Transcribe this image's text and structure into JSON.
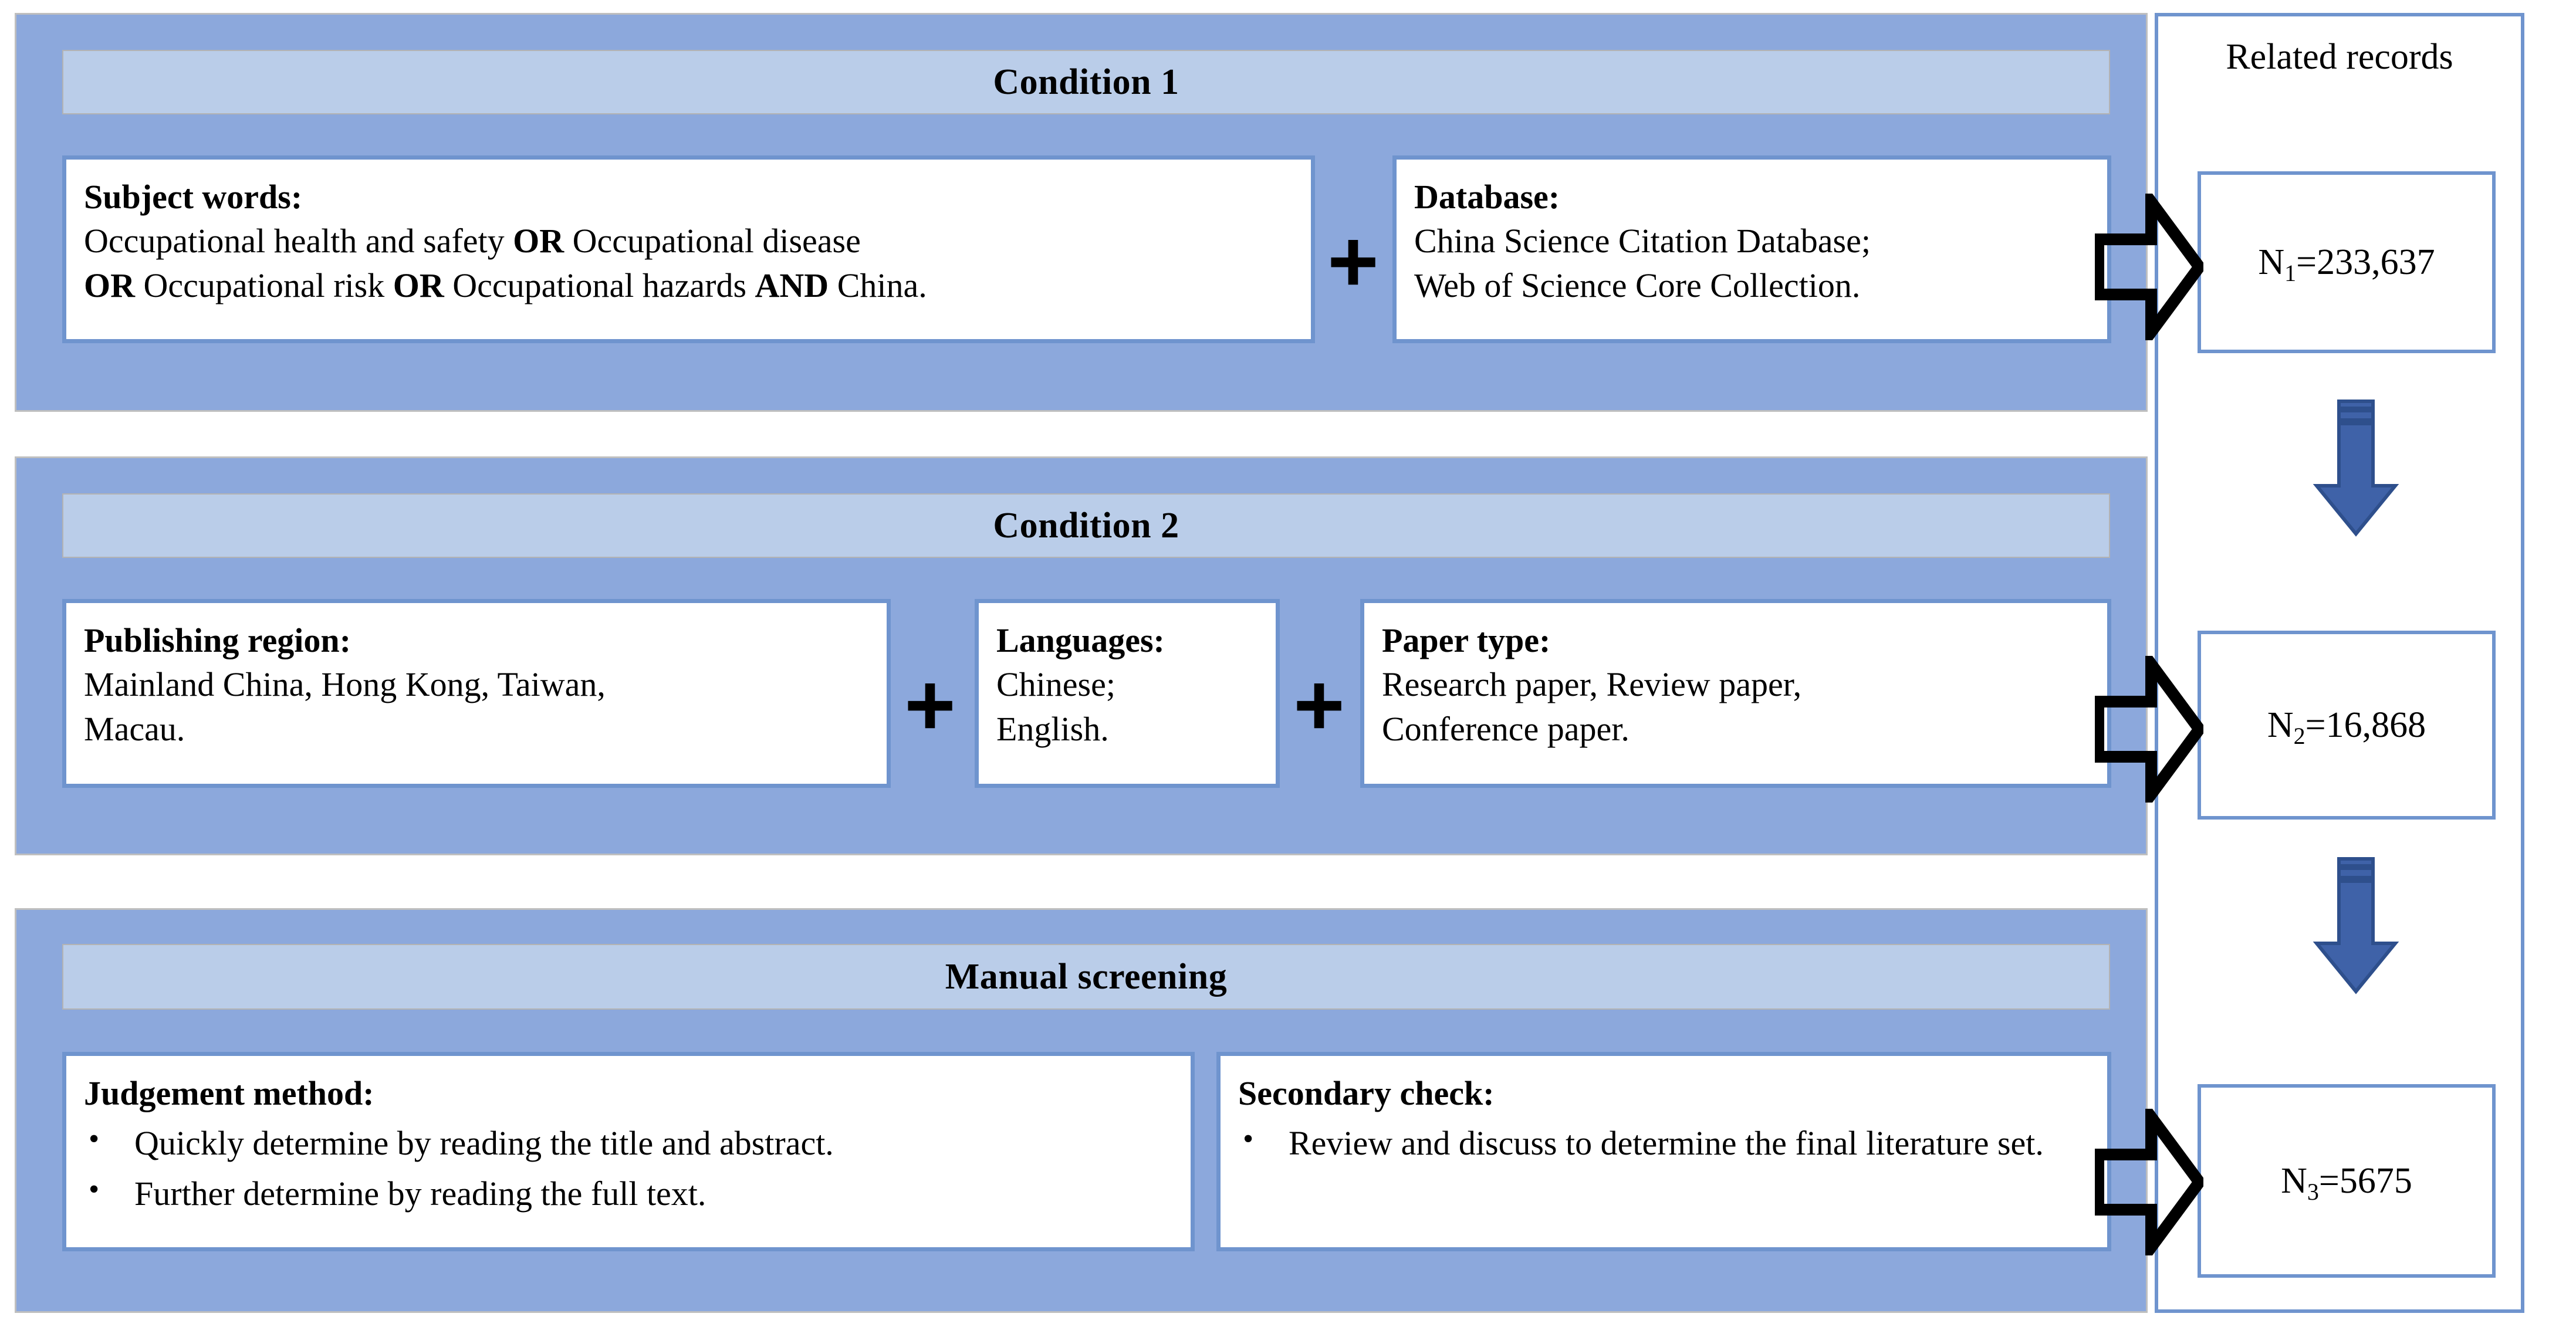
{
  "colors": {
    "panel_fill": "#8CA8DC",
    "header_fill": "#BACDE9",
    "card_border": "#6F94CE",
    "arrow_blue": "#3F62A8",
    "arrow_blue_dark": "#2E4F8C",
    "text": "#000000",
    "page_background": "#FFFFFF"
  },
  "sections": [
    {
      "id": "condition-1",
      "title": "Condition 1",
      "cards": [
        {
          "id": "subject-words",
          "heading": "Subject words",
          "heading_suffix": ":",
          "lines": [
            {
              "parts": [
                {
                  "t": "Occupational health and safety ",
                  "bold": false
                },
                {
                  "t": "OR",
                  "bold": true
                },
                {
                  "t": " Occupational disease",
                  "bold": false
                }
              ]
            },
            {
              "parts": [
                {
                  "t": "OR",
                  "bold": true
                },
                {
                  "t": " Occupational risk ",
                  "bold": false
                },
                {
                  "t": "OR",
                  "bold": true
                },
                {
                  "t": " Occupational hazards ",
                  "bold": false
                },
                {
                  "t": "AND",
                  "bold": true
                },
                {
                  "t": " China.",
                  "bold": false
                }
              ]
            }
          ]
        },
        {
          "id": "database",
          "heading": "Database",
          "heading_suffix": ":",
          "lines": [
            {
              "parts": [
                {
                  "t": "China Science Citation Database;",
                  "bold": false
                }
              ]
            },
            {
              "parts": [
                {
                  "t": "Web of Science Core Collection.",
                  "bold": false
                }
              ]
            }
          ]
        }
      ],
      "connectors": [
        "+"
      ]
    },
    {
      "id": "condition-2",
      "title": "Condition 2",
      "cards": [
        {
          "id": "publishing-region",
          "heading": "Publishing region",
          "heading_suffix": ":",
          "lines": [
            {
              "parts": [
                {
                  "t": " Mainland China, Hong Kong, Taiwan,",
                  "bold": false
                }
              ]
            },
            {
              "parts": [
                {
                  "t": "Macau.",
                  "bold": false
                }
              ]
            }
          ]
        },
        {
          "id": "languages",
          "heading": "Languages",
          "heading_suffix": ":",
          "lines": [
            {
              "parts": [
                {
                  "t": "Chinese;",
                  "bold": false
                }
              ]
            },
            {
              "parts": [
                {
                  "t": "English.",
                  "bold": false
                }
              ]
            }
          ]
        },
        {
          "id": "paper-type",
          "heading": "Paper type",
          "heading_suffix": ":",
          "lines": [
            {
              "parts": [
                {
                  "t": "Research paper, Review paper,",
                  "bold": false
                }
              ]
            },
            {
              "parts": [
                {
                  "t": "Conference paper.",
                  "bold": false
                }
              ]
            }
          ]
        }
      ],
      "connectors": [
        "+",
        "+"
      ]
    },
    {
      "id": "manual-screening",
      "title": "Manual screening",
      "cards": [
        {
          "id": "judgement-method",
          "heading": "Judgement method",
          "heading_suffix": ":",
          "bullets": [
            "Quickly determine by reading the title and abstract.",
            "Further determine by  reading the full text."
          ]
        },
        {
          "id": "secondary-check",
          "heading": "Secondary check",
          "heading_suffix": ":",
          "bullets": [
            "Review and discuss to determine the final literature set."
          ]
        }
      ],
      "connectors": []
    }
  ],
  "results": {
    "title": "Related records",
    "boxes": [
      {
        "id": "n1",
        "label": "N",
        "sub": "1",
        "eq": "=",
        "value": "233,637",
        "text": "N1=233,637"
      },
      {
        "id": "n2",
        "label": "N",
        "sub": "2",
        "eq": "=",
        "value": "16,868",
        "text": "N2=16,868"
      },
      {
        "id": "n3",
        "label": "N",
        "sub": "3",
        "eq": "=",
        "value": "5675",
        "text": "N3=5675"
      }
    ],
    "flow_arrows": 2
  },
  "icons": {
    "block_arrow_right": "block-arrow-right-icon",
    "down_arrow": "down-arrow-icon",
    "plus": "plus-icon",
    "bullet": "•"
  }
}
